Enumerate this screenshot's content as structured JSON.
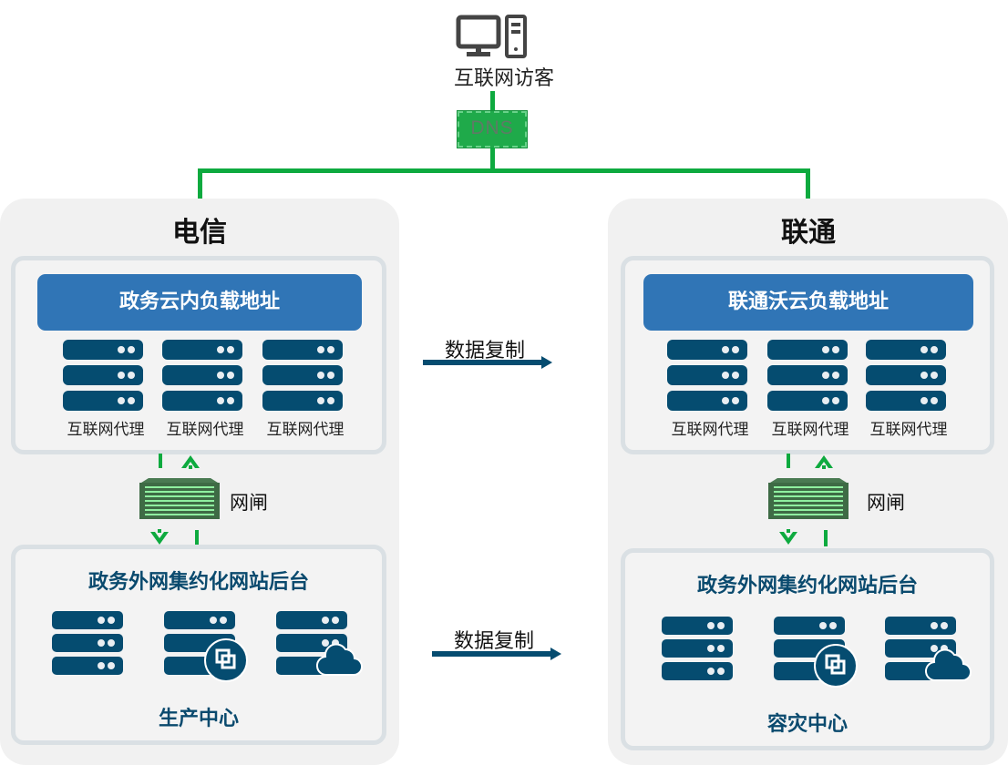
{
  "top": {
    "visitor_icon": "desktop-computer-icon",
    "visitor_label": "互联网访客",
    "dns_label": "DNS"
  },
  "colors": {
    "link_green": "#0eaa3f",
    "dns_fill": "#1faa4a",
    "lb_blue": "#3075b6",
    "server_navy": "#054c70",
    "region_bg": "#f1f1f1",
    "panel_border": "#dae0e4",
    "gate_green": "#3e6b45"
  },
  "regions": [
    {
      "title": "电信",
      "load_balancer": "政务云内负载地址",
      "proxies": [
        "互联网代理",
        "互联网代理",
        "互联网代理"
      ],
      "gateway_label": "网闸",
      "backend_title": "政务外网集约化网站后台",
      "backend_servers": [
        "server-rack-icon",
        "server-copy-icon",
        "server-cloud-icon"
      ],
      "backend_footer": "生产中心"
    },
    {
      "title": "联通",
      "load_balancer": "联通沃云负载地址",
      "proxies": [
        "互联网代理",
        "互联网代理",
        "互联网代理"
      ],
      "gateway_label": "网闸",
      "backend_title": "政务外网集约化网站后台",
      "backend_servers": [
        "server-rack-icon",
        "server-copy-icon",
        "server-cloud-icon"
      ],
      "backend_footer": "容灾中心"
    }
  ],
  "replication": [
    {
      "label": "数据复制"
    },
    {
      "label": "数据复制"
    }
  ]
}
